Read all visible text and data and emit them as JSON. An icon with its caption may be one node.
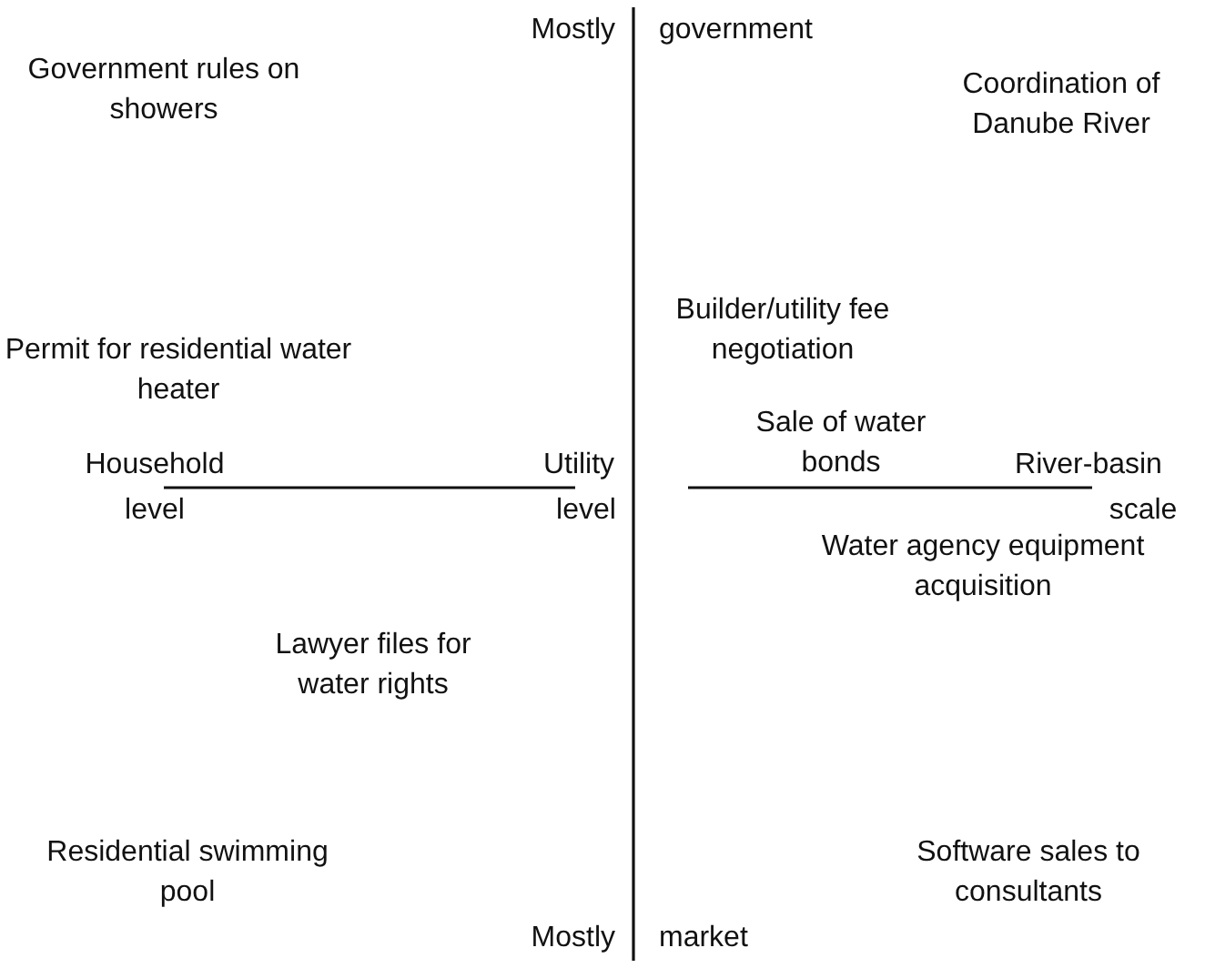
{
  "diagram": {
    "labels": [
      "Mostly",
      "government",
      "Government rules on showers",
      "Coordination of Danube River",
      "Builder/utility fee negotiation",
      "Permit for residential water heater",
      "Household",
      "Utility",
      "Sale of water bonds",
      "River-basin",
      "level",
      "level",
      "scale",
      "Water agency equipment acquisition",
      "Lawyer files for water rights",
      "Residential swimming pool",
      "Software sales to consultants",
      "Mostly",
      "market"
    ]
  }
}
